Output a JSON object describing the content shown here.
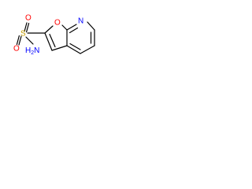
{
  "molecule": {
    "atoms": {
      "ring_oxygen": "O",
      "ring_nitrogen": "N",
      "sulfur": "S",
      "sulfonyl_oxygen_top": "O",
      "sulfonyl_oxygen_bottom": "O",
      "amine_nitrogen": "N",
      "amine_hydrogen": "H",
      "amine_hydrogen_count": "2"
    },
    "colors": {
      "oxygen": "#ff0000",
      "nitrogen": "#0000ff",
      "sulfur": "#c8a000",
      "bond": "#000000"
    }
  }
}
